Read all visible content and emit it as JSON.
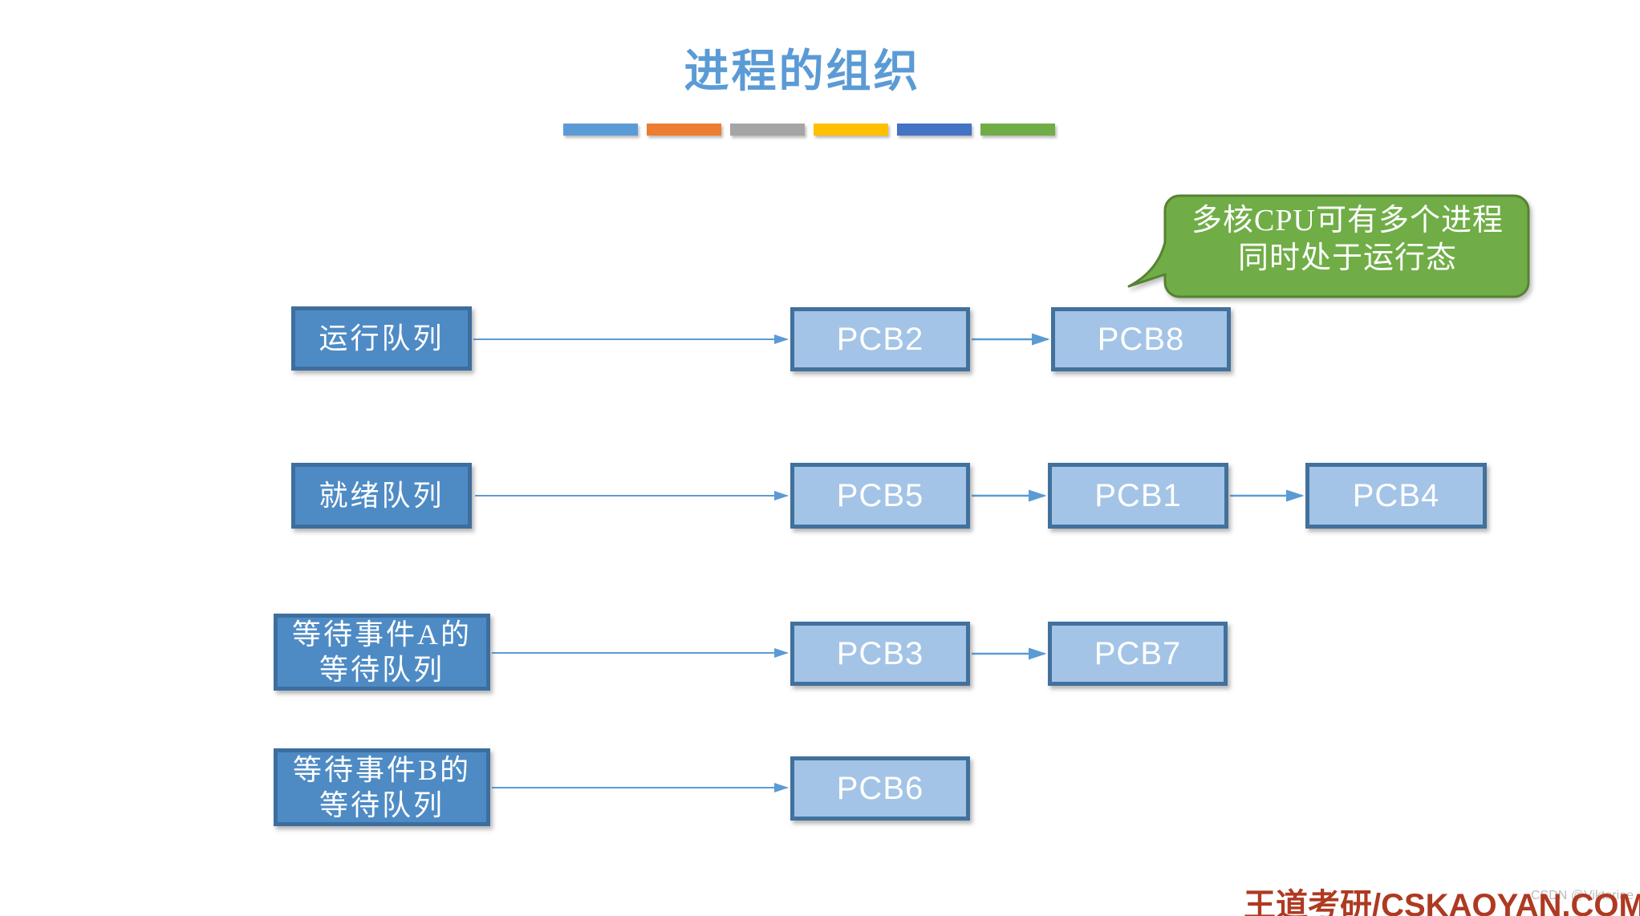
{
  "title": "进程的组织",
  "accent_bars": [
    "#5B9BD5",
    "#ED7D31",
    "#A5A5A5",
    "#FFC000",
    "#4472C4",
    "#70AD47"
  ],
  "callout": {
    "line1": "多核CPU可有多个进程",
    "line2": "同时处于运行态",
    "fill": "#70AD47",
    "border": "#568233"
  },
  "rows": [
    {
      "queue_lines": [
        "运行队列"
      ],
      "pcbs": [
        "PCB2",
        "PCB8"
      ]
    },
    {
      "queue_lines": [
        "就绪队列"
      ],
      "pcbs": [
        "PCB5",
        "PCB1",
        "PCB4"
      ]
    },
    {
      "queue_lines": [
        "等待事件A的",
        "等待队列"
      ],
      "pcbs": [
        "PCB3",
        "PCB7"
      ]
    },
    {
      "queue_lines": [
        "等待事件B的",
        "等待队列"
      ],
      "pcbs": [
        "PCB6"
      ]
    }
  ],
  "footer": {
    "brand": "王道考研/CSKAOYAN.COM",
    "watermark": "CSDN @Viktoriae"
  },
  "colors": {
    "title": "#5B9BD5",
    "queue_fill": "#4E8BC5",
    "queue_border": "#3D6E9E",
    "pcb_fill": "#A3C4E6",
    "pcb_border": "#41719C",
    "arrow": "#5B9BD5",
    "footer": "#AE3A21",
    "watermark": "#BCBCBC"
  }
}
